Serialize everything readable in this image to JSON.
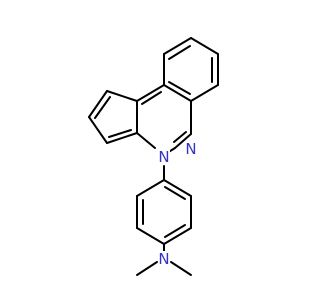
{
  "molecule": {
    "atoms": {
      "n1": {
        "label": "N",
        "color": "#3333cc"
      },
      "n2": {
        "label": "N",
        "color": "#3333cc"
      },
      "n_amine": {
        "label": "N",
        "color": "#3333cc"
      }
    },
    "colors": {
      "bond": "#000000",
      "background": "#ffffff"
    }
  }
}
